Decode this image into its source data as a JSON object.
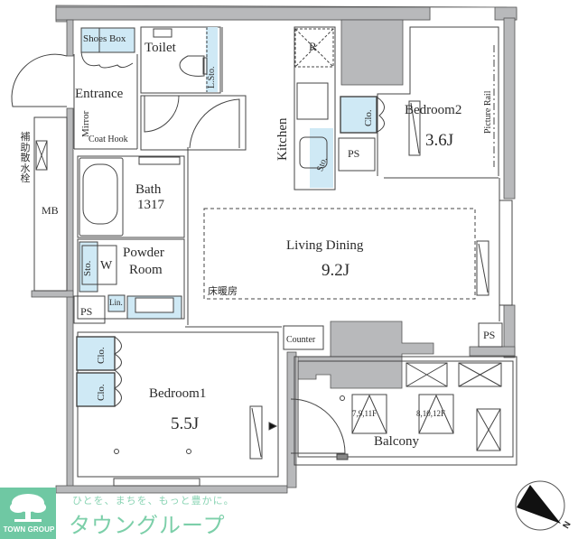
{
  "plan": {
    "colors": {
      "wall": "#b8b9bb",
      "line": "#444444",
      "storage": "#cfe9f5",
      "logo": "#6fc8a3"
    },
    "rooms": {
      "entrance": "Entrance",
      "shoes_box": "Shoes Box",
      "mirror": "Mirror",
      "coat_hook": "Coat Hook",
      "toilet": "Toilet",
      "toilet_storage": "L.Sto.",
      "kitchen": "Kitchen",
      "refrigerator": "R",
      "kitchen_storage": "Sto.",
      "bedroom2": "Bedroom2",
      "bedroom2_size": "3.6J",
      "bedroom2_closet": "Clo.",
      "picture_rail": "Picture Rail",
      "ps_kitchen": "PS",
      "bath": "Bath",
      "bath_size": "1317",
      "powder_room_line1": "Powder",
      "powder_room_line2": "Room",
      "powder_storage": "Sto.",
      "washer": "W",
      "linen": "Lin.",
      "ps_left": "PS",
      "mb": "MB",
      "hydrant": "補助散水栓",
      "living_dining": "Living Dining",
      "living_dining_size": "9.2J",
      "floor_heating": "床暖房",
      "counter": "Counter",
      "ps_right": "PS",
      "bedroom1": "Bedroom1",
      "bedroom1_size": "5.5J",
      "bedroom1_closet_a": "Clo.",
      "bedroom1_closet_b": "Clo.",
      "balcony": "Balcony",
      "hatch_a": "7,9,11F",
      "hatch_b": "8,10,12F"
    },
    "compass": {
      "label": "N"
    }
  },
  "logo": {
    "en": "TOWN GROUP",
    "tagline": "ひとを、まちを、もっと豊かに。",
    "brand": "タウングループ"
  }
}
